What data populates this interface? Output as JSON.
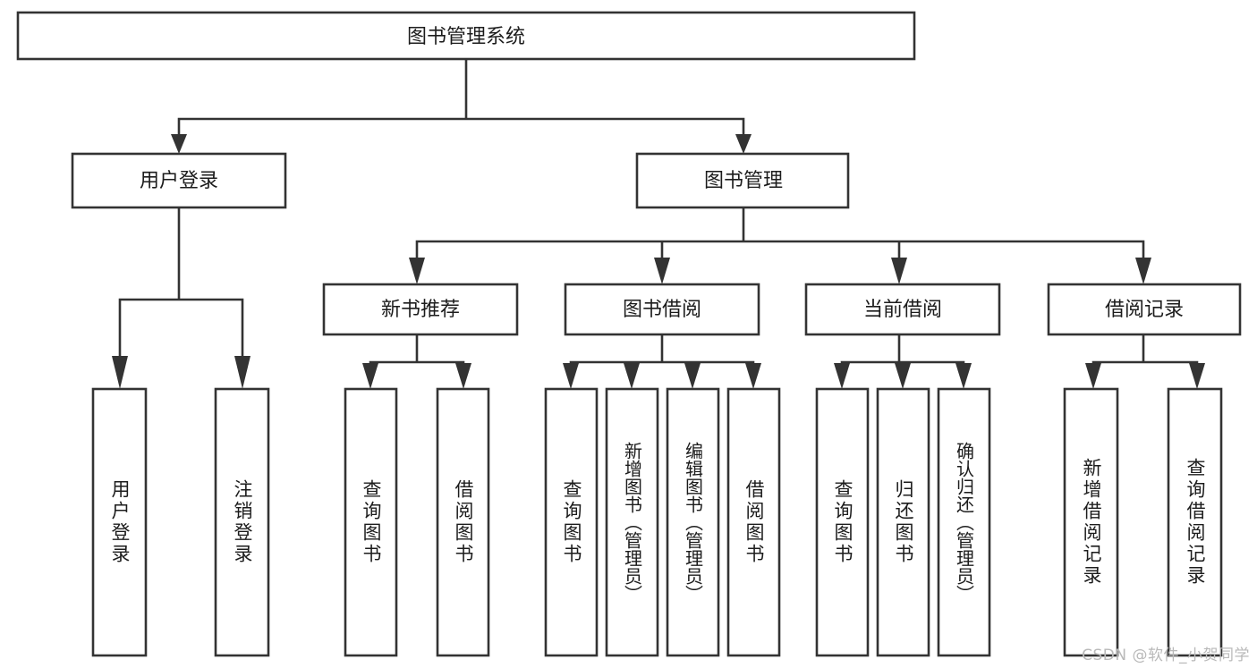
{
  "diagram": {
    "type": "tree-flowchart",
    "title": "图书管理系统",
    "root": {
      "id": "root",
      "label": "图书管理系统",
      "level": 1
    },
    "level2": [
      {
        "id": "user-login",
        "label": "用户登录"
      },
      {
        "id": "book-manage",
        "label": "图书管理"
      }
    ],
    "level3": [
      {
        "id": "new-book-rec",
        "label": "新书推荐",
        "parent": "book-manage"
      },
      {
        "id": "book-borrow",
        "label": "图书借阅",
        "parent": "book-manage"
      },
      {
        "id": "current-borrow",
        "label": "当前借阅",
        "parent": "book-manage"
      },
      {
        "id": "borrow-record",
        "label": "借阅记录",
        "parent": "book-manage"
      }
    ],
    "leaves": [
      {
        "id": "leaf-user-login",
        "label": "用户登录",
        "parent": "user-login"
      },
      {
        "id": "leaf-user-logout",
        "label": "注销登录",
        "parent": "user-login"
      },
      {
        "id": "leaf-query-book-1",
        "label": "查询图书",
        "parent": "new-book-rec"
      },
      {
        "id": "leaf-borrow-book-1",
        "label": "借阅图书",
        "parent": "new-book-rec"
      },
      {
        "id": "leaf-query-book-2",
        "label": "查询图书",
        "parent": "book-borrow"
      },
      {
        "id": "leaf-add-book",
        "label": "新增图书（管理员）",
        "parent": "book-borrow"
      },
      {
        "id": "leaf-edit-book",
        "label": "编辑图书（管理员）",
        "parent": "book-borrow"
      },
      {
        "id": "leaf-borrow-book-2",
        "label": "借阅图书",
        "parent": "book-borrow"
      },
      {
        "id": "leaf-query-book-3",
        "label": "查询图书",
        "parent": "current-borrow"
      },
      {
        "id": "leaf-return-book",
        "label": "归还图书",
        "parent": "current-borrow"
      },
      {
        "id": "leaf-confirm-return",
        "label": "确认归还（管理员）",
        "parent": "current-borrow"
      },
      {
        "id": "leaf-add-record",
        "label": "新增借阅记录",
        "parent": "borrow-record"
      },
      {
        "id": "leaf-query-record",
        "label": "查询借阅记录",
        "parent": "borrow-record"
      }
    ],
    "colors": {
      "stroke": "#333333",
      "fill": "#ffffff",
      "text": "#1c1c1c",
      "watermark": "#b9b9b9"
    }
  },
  "watermark": {
    "text": "CSDN @软件_小贺同学"
  }
}
